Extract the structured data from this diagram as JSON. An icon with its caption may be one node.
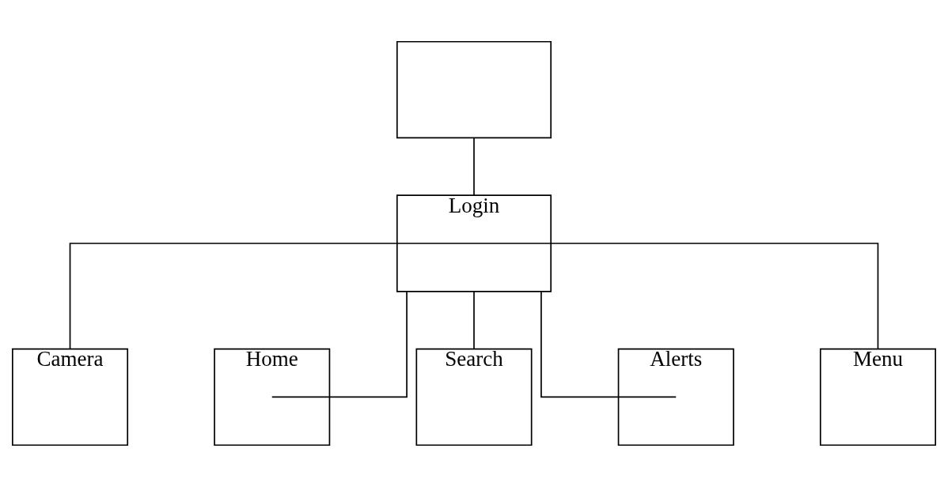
{
  "diagram": {
    "nodes": [
      {
        "text": [],
        "shape": "box"
      },
      {
        "text": [
          "Login"
        ]
      },
      {
        "text": [
          "Camera"
        ]
      },
      {
        "text": [
          "Home"
        ]
      },
      {
        "text": [
          "Search"
        ]
      },
      {
        "text": [
          "Alerts"
        ]
      },
      {
        "text": [
          "Menu"
        ]
      }
    ],
    "edges": [
      {
        "from": 0,
        "to": 1,
        "arrow": "none"
      },
      {
        "from": 1,
        "to": 2,
        "arrow": "none"
      },
      {
        "from": 1,
        "to": 3,
        "arrow": "none"
      },
      {
        "from": 1,
        "to": 4,
        "arrow": "none"
      },
      {
        "from": 1,
        "to": 5,
        "arrow": "none"
      },
      {
        "from": 1,
        "to": 6,
        "arrow": "none"
      }
    ]
  }
}
